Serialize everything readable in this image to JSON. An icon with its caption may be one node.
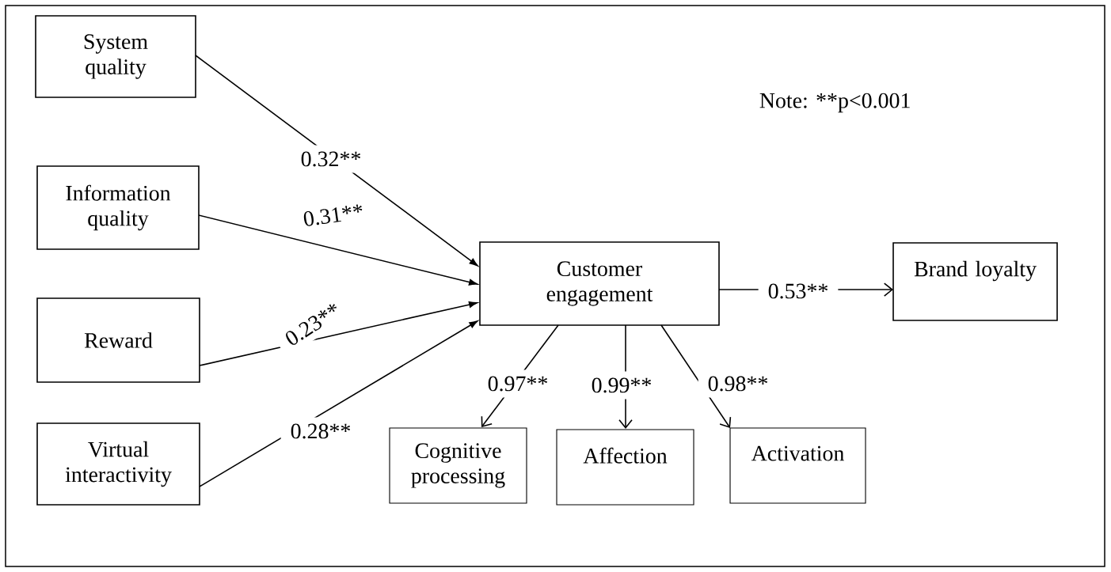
{
  "diagram": {
    "nodes": [
      {
        "text": [
          "System quality"
        ]
      },
      {
        "text": [
          "Information quality"
        ]
      },
      {
        "text": [
          "Reward"
        ]
      },
      {
        "text": [
          "Virtual interactivity"
        ]
      },
      {
        "text": [
          "Customer engagement"
        ]
      },
      {
        "text": [
          "Brand loyalty"
        ]
      },
      {
        "text": [
          "Cognitive processing"
        ]
      },
      {
        "text": [
          "Affection"
        ]
      },
      {
        "text": [
          "Activation"
        ]
      }
    ],
    "edges": [
      {
        "from": 0,
        "to": 4,
        "arrow": "to",
        "label": "0.32**"
      },
      {
        "from": 1,
        "to": 4,
        "arrow": "to",
        "label": "0.31**"
      },
      {
        "from": 2,
        "to": 4,
        "arrow": "to",
        "label": "0.23**"
      },
      {
        "from": 3,
        "to": 4,
        "arrow": "to",
        "label": "0.28**"
      },
      {
        "from": 4,
        "to": 5,
        "arrow": "to",
        "label": "0.53**"
      },
      {
        "from": 4,
        "to": 6,
        "arrow": "to",
        "label": "0.97**"
      },
      {
        "from": 4,
        "to": 7,
        "arrow": "to",
        "label": "0.99**"
      },
      {
        "from": 4,
        "to": 8,
        "arrow": "to",
        "label": "0.98**"
      }
    ],
    "labels": [
      "Note: **p<0.001"
    ]
  }
}
